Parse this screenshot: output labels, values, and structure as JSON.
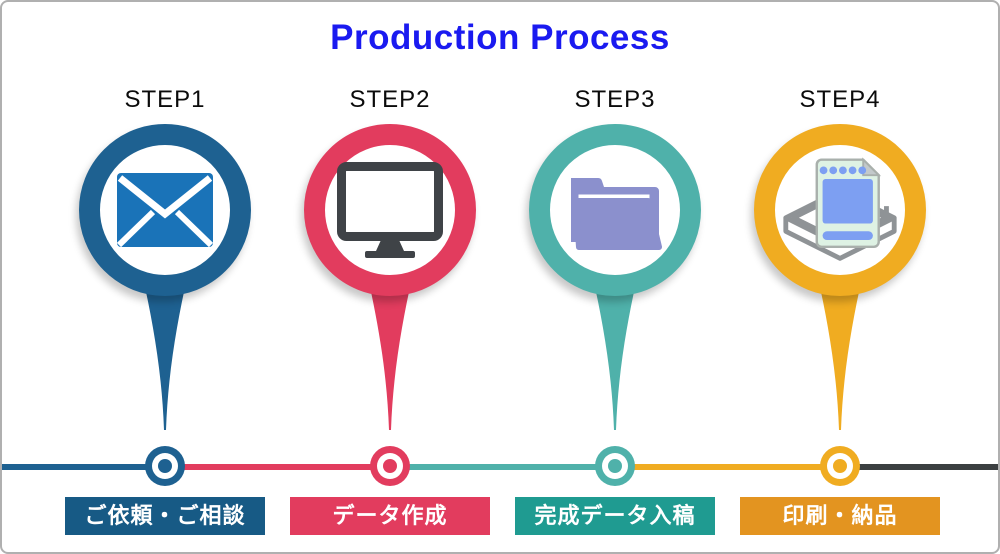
{
  "title": {
    "text": "Production Process",
    "color": "#1a1af0"
  },
  "steps": [
    {
      "label": "STEP1",
      "caption": "ご依頼・ご相談",
      "color": "#1e6191",
      "caption_bg": "#175a85",
      "icon": "envelope-icon",
      "icon_colors": {
        "main": "#1a73b8"
      }
    },
    {
      "label": "STEP2",
      "caption": "データ作成",
      "color": "#e23c5e",
      "caption_bg": "#e23c5e",
      "icon": "monitor-icon",
      "icon_colors": {
        "main": "#3f4347"
      }
    },
    {
      "label": "STEP3",
      "caption": "完成データ入稿",
      "color": "#4fb1aa",
      "caption_bg": "#1f9b91",
      "icon": "folder-icon",
      "icon_colors": {
        "main": "#8b90cd"
      }
    },
    {
      "label": "STEP4",
      "caption": "印刷・納品",
      "color": "#f0ac21",
      "caption_bg": "#e39420",
      "icon": "printer-tray-icon",
      "icon_colors": {
        "main": "#8f9396",
        "paper": "#def2e4",
        "ink": "#7d9ff2",
        "fold": "#c3c9cb",
        "edge": "#a9b0ac"
      }
    }
  ],
  "timeline": {
    "trailing_color": "#3b3f41"
  }
}
